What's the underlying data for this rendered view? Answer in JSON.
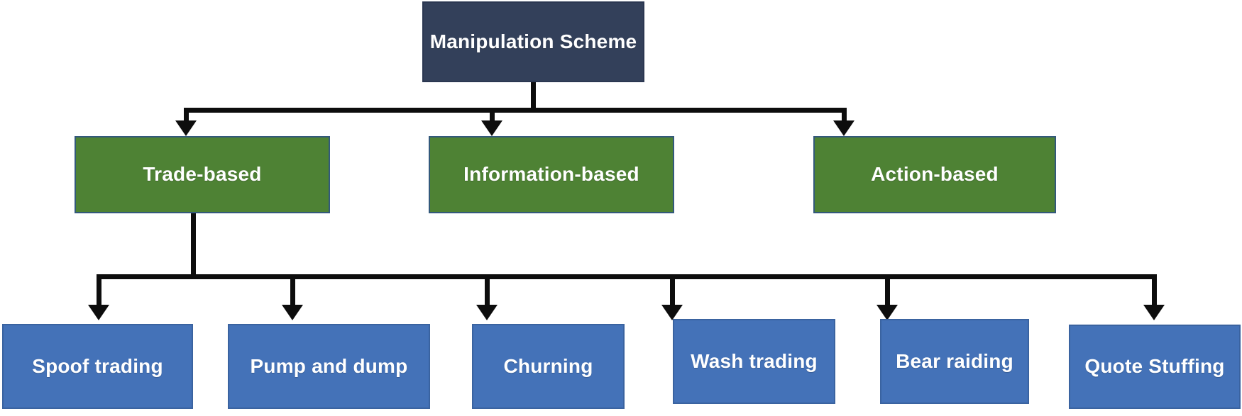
{
  "diagram": {
    "type": "hierarchy-tree",
    "title_node": {
      "label": "Manipulation Scheme",
      "color": "#33405a",
      "text_color": "#ffffff"
    },
    "level2_color": "#4e8234",
    "level3_color": "#4472b8",
    "connector_color": "#0d0d0d",
    "categories": [
      {
        "label": "Trade-based"
      },
      {
        "label": "Information-based"
      },
      {
        "label": "Action-based"
      }
    ],
    "trade_based_children": [
      {
        "label": "Spoof trading"
      },
      {
        "label": "Pump and dump"
      },
      {
        "label": "Churning"
      },
      {
        "label": "Wash trading"
      },
      {
        "label": "Bear raiding"
      },
      {
        "label": "Quote Stuffing"
      }
    ]
  }
}
